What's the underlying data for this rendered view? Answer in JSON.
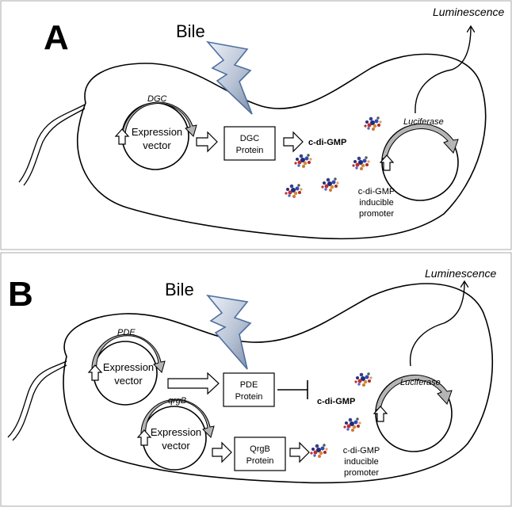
{
  "panels": {
    "a": {
      "letter": "A",
      "bile": "Bile",
      "luminescence": "Luminescence",
      "gene": "DGC",
      "vector_line1": "Expression",
      "vector_line2": "vector",
      "protein_line1": "DGC",
      "protein_line2": "Protein",
      "cdigmp": "c-di-GMP",
      "luciferase": "Luciferase",
      "promoter_line1": "c-di-GMP",
      "promoter_line2": "inducible",
      "promoter_line3": "promoter"
    },
    "b": {
      "letter": "B",
      "bile": "Bile",
      "luminescence": "Luminescence",
      "gene1": "PDE",
      "vector1_line1": "Expression",
      "vector1_line2": "vector",
      "protein1_line1": "PDE",
      "protein1_line2": "Protein",
      "gene2": "qrgB",
      "vector2_line1": "Expression",
      "vector2_line2": "vector",
      "protein2_line1": "QrgB",
      "protein2_line2": "Protein",
      "cdigmp": "c-di-GMP",
      "luciferase": "Luciferase",
      "promoter_line1": "c-di-GMP",
      "promoter_line2": "inducible",
      "promoter_line3": "promoter"
    }
  },
  "colors": {
    "frame": "#aaaaaa",
    "bolt_light": "#eef2f8",
    "bolt_dark": "#7f8fa6",
    "bolt_stroke": "#4f6fa0",
    "gray_arrow": "#b5b5b5"
  }
}
